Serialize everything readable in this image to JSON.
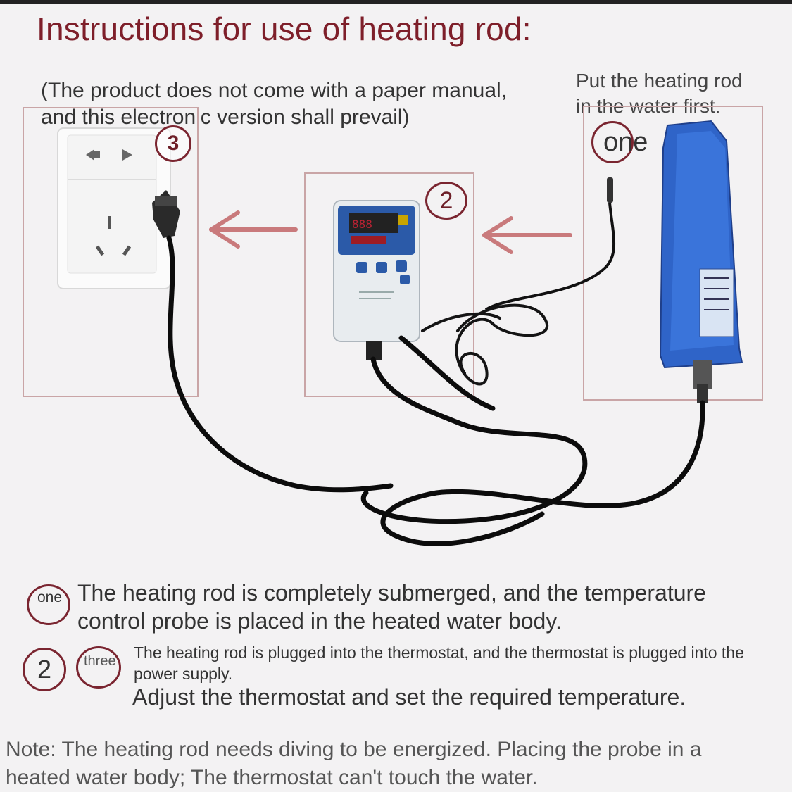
{
  "title": "Instructions for use of heating rod:",
  "subtitle_lines": [
    "(The product does not come with a paper manual,",
    "and this electronic version shall prevail)"
  ],
  "step1_note_lines": [
    "Put the heating rod",
    "in the water first."
  ],
  "badges": {
    "one_label": "one",
    "two_label": "2",
    "three_label": "3",
    "marker_one": "one",
    "marker_two": "2",
    "marker_three": "three"
  },
  "steps": {
    "one_lines": [
      "The heating rod is completely submerged, and the temperature",
      "control probe is placed in the heated water body."
    ],
    "two_lines": [
      "The heating rod is plugged into the thermostat, and the thermostat is plugged into the",
      "power supply."
    ],
    "three": "Adjust the thermostat and set the required temperature."
  },
  "note_lines": [
    "Note: The heating rod needs diving to be energized. Placing the probe in a",
    "heated water body; The thermostat can't touch the water."
  ],
  "colors": {
    "title": "#7e1f2a",
    "circle": "#7a2530",
    "arrow": "#c97a7c",
    "heater": "#2f64c8",
    "panel_border": "#c9a5a6"
  }
}
